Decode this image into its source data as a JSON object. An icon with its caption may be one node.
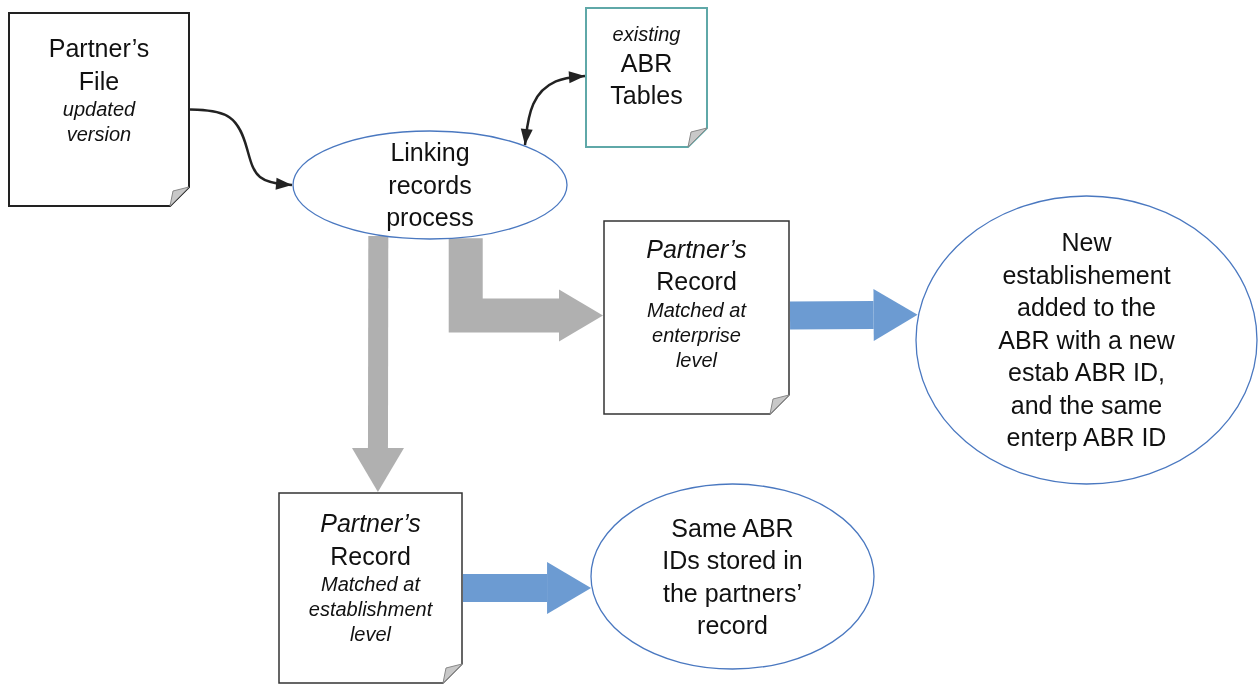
{
  "diagram": {
    "nodes": [
      {
        "text": [
          "Partner’s File",
          "updated version"
        ]
      },
      {
        "text": [
          "existing",
          "ABR Tables"
        ]
      },
      {
        "text": [
          "Linking records process"
        ]
      },
      {
        "text": [
          "*Partner’s* Record",
          "Matched at enterprise level"
        ]
      },
      {
        "text": [
          "New establishement added to the ABR with a new estab ABR ID, and the same enterp ABR ID"
        ]
      },
      {
        "text": [
          "*Partner’s* Record",
          "Matched at establishment level"
        ]
      },
      {
        "text": [
          "Same ABR IDs stored in the partners’ record"
        ]
      }
    ],
    "edges": [
      {
        "from": 0,
        "to": 2,
        "arrow": "to",
        "color": "#222222"
      },
      {
        "from": 2,
        "to": 1,
        "arrow": "both",
        "color": "#222222"
      },
      {
        "from": 2,
        "to": 5,
        "arrow": "to",
        "color": "#b0b0b0"
      },
      {
        "from": 2,
        "to": 3,
        "arrow": "to",
        "color": "#b0b0b0"
      },
      {
        "from": 3,
        "to": 4,
        "arrow": "to",
        "color": "#6c9bd2"
      },
      {
        "from": 5,
        "to": 6,
        "arrow": "to",
        "color": "#6c9bd2"
      }
    ]
  }
}
